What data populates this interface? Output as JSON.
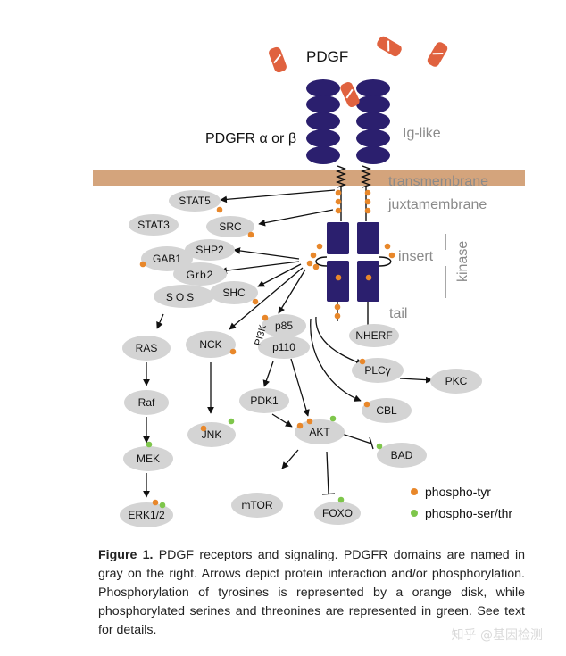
{
  "ligand": {
    "label": "PDGF"
  },
  "receptor": {
    "label": "PDGFR α or β"
  },
  "domains": {
    "ig_like": "Ig-like",
    "transmembrane": "transmembrane",
    "juxtamembrane": "juxtamembrane",
    "insert": "insert",
    "tail": "tail",
    "kinase": "kinase"
  },
  "proteins": {
    "stat5": "STAT5",
    "stat3": "STAT3",
    "src": "SRC",
    "shp2": "SHP2",
    "gab1": "GAB1",
    "grb2": "Grb2",
    "sos": "SOS",
    "shc": "SHC",
    "ras": "RAS",
    "raf": "Raf",
    "mek": "MEK",
    "erk": "ERK1/2",
    "nck": "NCK",
    "jnk": "JNK",
    "p85": "p85",
    "p110": "p110",
    "pi3k": "PI3K",
    "pdk1": "PDK1",
    "akt": "AKT",
    "mtor": "mTOR",
    "foxo": "FOXO",
    "bad": "BAD",
    "nherf": "NHERF",
    "plcg": "PLCγ",
    "pkc": "PKC",
    "cbl": "CBL"
  },
  "legend": {
    "tyr": "phospho-tyr",
    "ser": "phospho-ser/thr",
    "tyr_color": "#e8872a",
    "ser_color": "#7ec64b"
  },
  "colors": {
    "receptor": "#2b1f6e",
    "membrane": "#d4a47c",
    "ligand": "#e0623f",
    "protein": "#d4d4d4"
  },
  "caption": {
    "figure_label": "Figure 1.",
    "text": "PDGF receptors and signaling. PDGFR domains are named in gray on the right. Arrows depict protein interaction and/or phosphorylation. Phosphorylation of tyrosines is represented by a orange disk, while phosphorylated serines and threonines are represented in green. See text for details."
  },
  "watermark": "知乎 @基因检测"
}
